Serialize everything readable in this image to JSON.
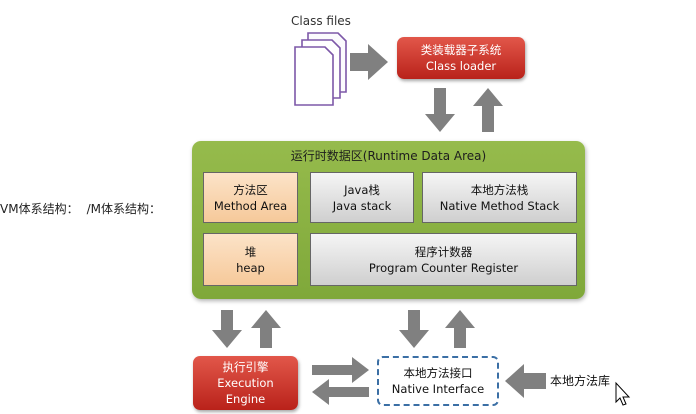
{
  "side_labels": [
    "VM体系结构：",
    "/M体系结构："
  ],
  "class_files": "Class files",
  "class_loader": {
    "cn": "类装载器子系统",
    "en": "Class loader"
  },
  "runtime": {
    "title": "运行时数据区(Runtime Data Area)",
    "method_area": {
      "cn": "方法区",
      "en": "Method Area"
    },
    "java_stack": {
      "cn": "Java栈",
      "en": "Java stack"
    },
    "native_stack": {
      "cn": "本地方法栈",
      "en": "Native Method Stack"
    },
    "heap": {
      "cn": "堆",
      "en": "heap"
    },
    "pc_register": {
      "cn": "程序计数器",
      "en": "Program Counter Register"
    }
  },
  "engine": {
    "cn": "执行引擎",
    "l2": "Execution",
    "l3": "Engine"
  },
  "native_interface": {
    "cn": "本地方法接口",
    "en": "Native Interface"
  },
  "native_library": "本地方法库",
  "colors": {
    "red": "#c8342a",
    "green": "#8db147",
    "orange_cell": "#f8d2ab",
    "grey_cell": "#dcdcdc",
    "arrow": "#808080",
    "dashed_border": "#3b6fa5",
    "document_outline": "#7d58a8"
  }
}
